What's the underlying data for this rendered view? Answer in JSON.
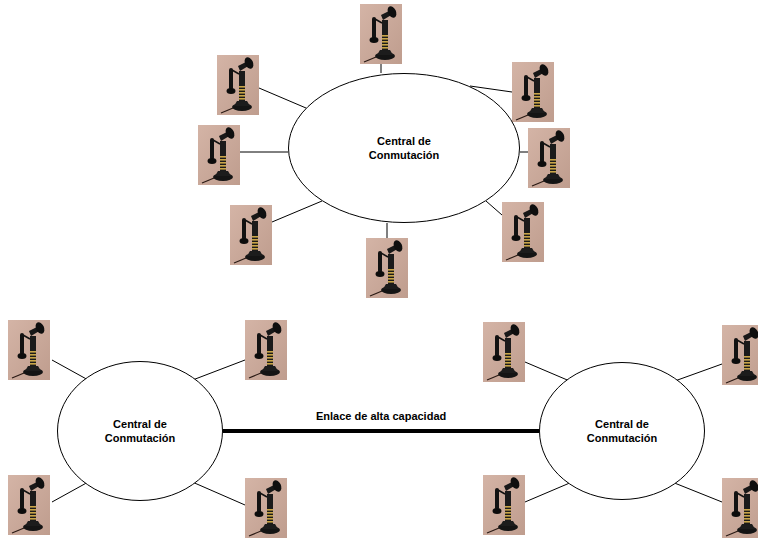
{
  "diagram": {
    "nodes": [
      {
        "text": [
          "Central de Conmutación"
        ]
      },
      {
        "text": [
          "Central de Conmutación"
        ]
      },
      {
        "text": [
          "Central de Conmutación"
        ]
      }
    ],
    "edges": [
      {
        "from": 1,
        "to": 2,
        "arrow": "none",
        "label": "Enlace de alta capacidad"
      }
    ]
  }
}
